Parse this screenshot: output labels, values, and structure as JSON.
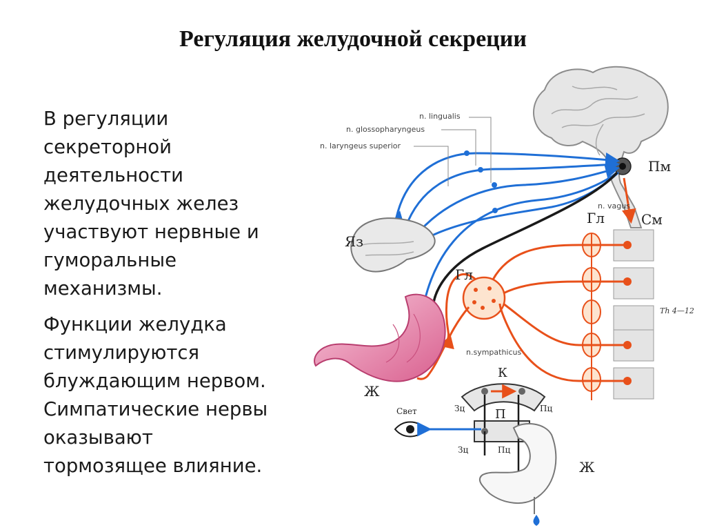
{
  "title": "Регуляция желудочной секреции",
  "paragraph1": [
    "В регуляции",
    "секреторной",
    "деятельности",
    "желудочных желез",
    "участвуют нервные и",
    "гуморальные",
    "механизмы."
  ],
  "paragraph2": [
    "Функции желудка",
    "стимулируются",
    "блуждающим нервом.",
    "Симпатические нервы",
    "оказывают",
    "тормозящее влияние."
  ],
  "diagram": {
    "nerve_lingualis": "n. lingualis",
    "nerve_glossopharyngeus": "n. glossopharyngeus",
    "nerve_laryngeus": "n. laryngeus superior",
    "nerve_vagus": "n. vagus",
    "nerve_sympathicus": "n.sympathicus",
    "label_pm": "Пм",
    "label_sm": "См",
    "label_gl_top": "Гл",
    "label_gl_mid": "Гл",
    "label_yaz": "Яз",
    "label_zh_left": "Ж",
    "label_zh_right": "Ж",
    "label_k": "К",
    "label_p": "П",
    "label_zc_top": "Зц",
    "label_pc_top": "Пц",
    "label_zc_bottom": "Зц",
    "label_pc_bottom": "Пц",
    "label_svet": "Свет",
    "label_th": "Th 4—12",
    "color_afferent": "#1f6fd6",
    "color_sympathetic": "#e8501a",
    "color_vagus": "#1a1a1a"
  }
}
